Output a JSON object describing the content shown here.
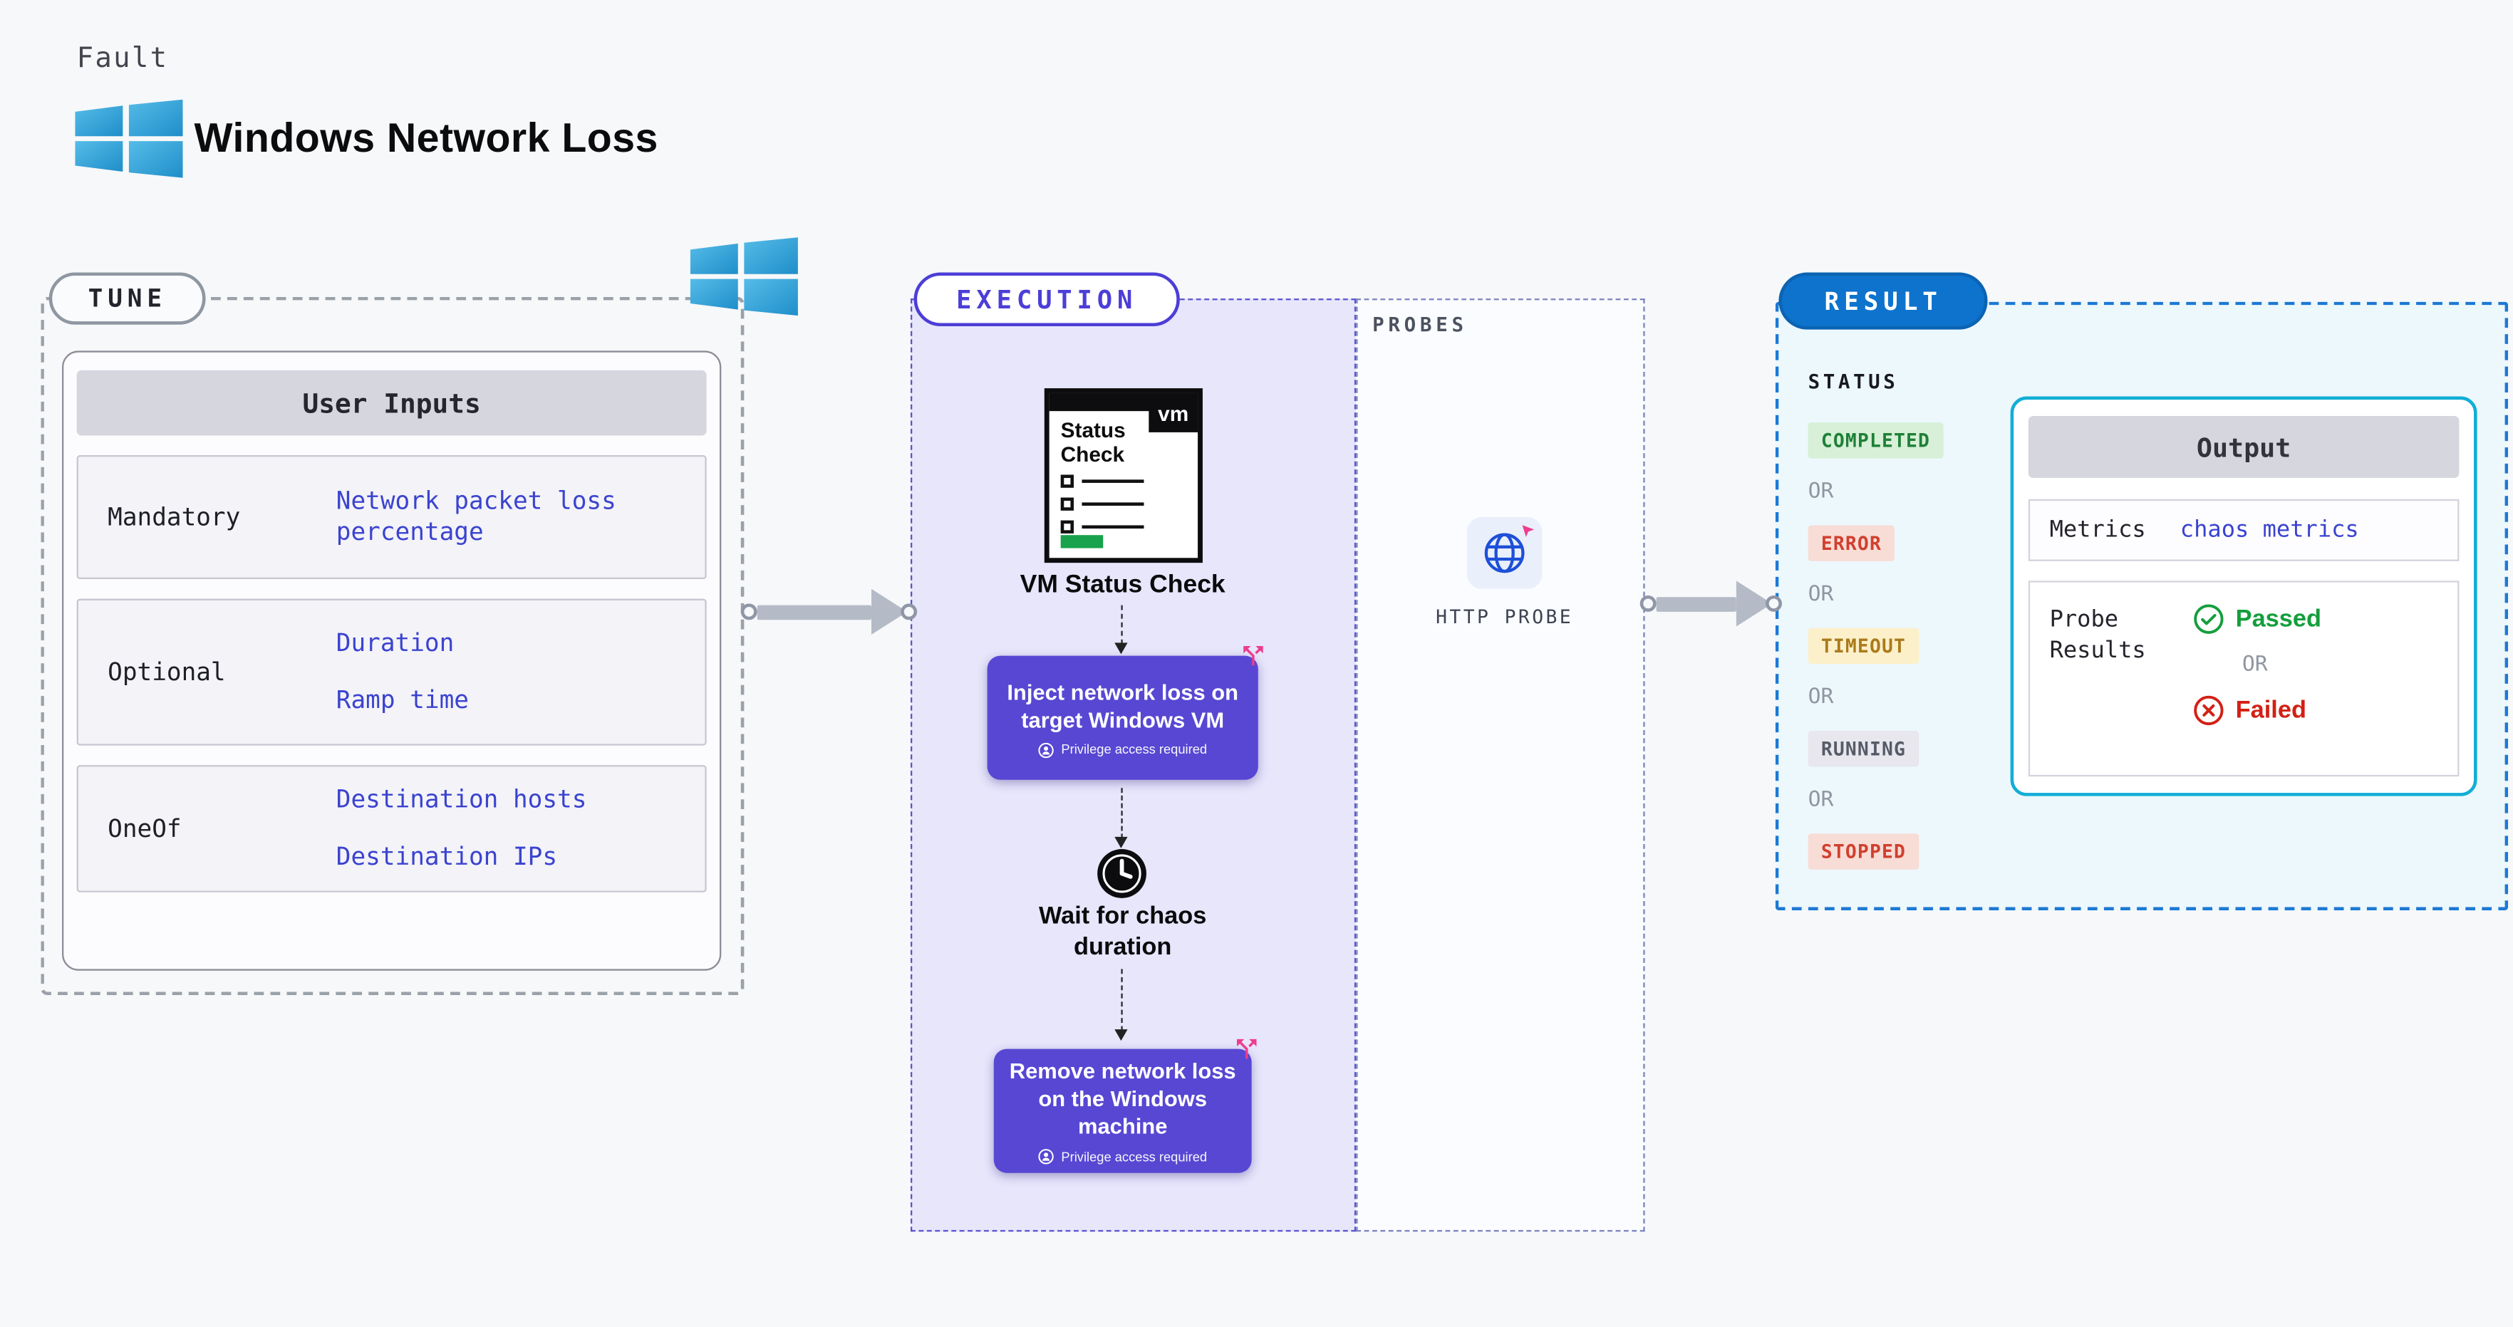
{
  "header": {
    "kicker": "Fault",
    "title": "Windows Network Loss"
  },
  "tune": {
    "label": "TUNE",
    "table": {
      "header": "User Inputs",
      "rows": [
        {
          "label": "Mandatory",
          "values": [
            "Network packet loss percentage"
          ]
        },
        {
          "label": "Optional",
          "values": [
            "Duration",
            "Ramp time"
          ]
        },
        {
          "label": "OneOf",
          "values": [
            "Destination hosts",
            "Destination IPs"
          ]
        }
      ]
    }
  },
  "execution": {
    "label": "EXECUTION",
    "vm_check": {
      "tab": "vm",
      "title": "Status Check",
      "caption": "VM Status Check"
    },
    "steps": [
      {
        "text": "Inject network loss on target Windows VM",
        "badge": "Privilege access required"
      },
      {
        "text": "Wait for chaos duration"
      },
      {
        "text": "Remove network loss on the Windows machine",
        "badge": "Privilege access required"
      }
    ]
  },
  "probes": {
    "label": "PROBES",
    "probe_label": "HTTP PROBE"
  },
  "result": {
    "label": "RESULT",
    "status_label": "STATUS",
    "or_label": "OR",
    "statuses": [
      {
        "text": "COMPLETED",
        "type": "success"
      },
      {
        "text": "ERROR",
        "type": "error"
      },
      {
        "text": "TIMEOUT",
        "type": "warning"
      },
      {
        "text": "RUNNING",
        "type": "neutral"
      },
      {
        "text": "STOPPED",
        "type": "error"
      }
    ],
    "output": {
      "header": "Output",
      "metrics_label": "Metrics",
      "metrics_value": "chaos metrics",
      "probe_results_label": "Probe Results",
      "passed": "Passed",
      "failed": "Failed"
    }
  },
  "colors": {
    "page_bg": "#f6f8fa",
    "link_blue": "#3b43cf",
    "chaos_purple": "#5847d3",
    "execution_bg": "#e7e6fb",
    "result_pill_blue": "#0d73cd",
    "result_border_blue": "#1d79d4",
    "output_border_cyan": "#12aed6",
    "success_green": "#149e3c",
    "error_red": "#d32015",
    "warning_yellow": "#aa7a1b",
    "windows_blue": "#2b9fd8",
    "pink_accent": "#ee3d8f"
  }
}
